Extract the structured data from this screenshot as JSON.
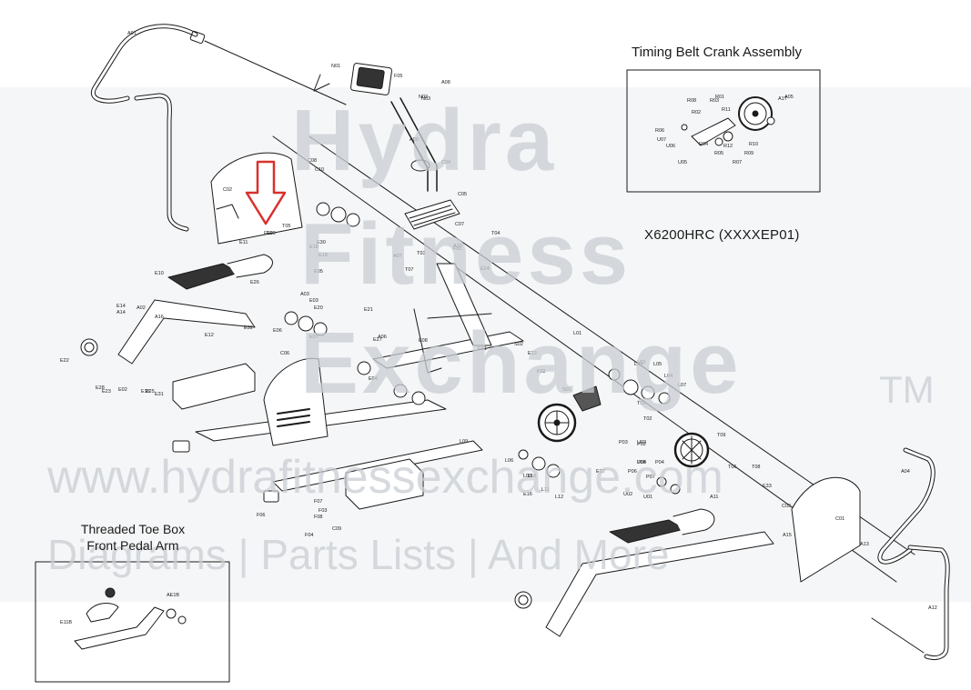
{
  "titles": {
    "timing_belt_crank_assembly": "Timing Belt Crank Assembly",
    "model_number": "X6200HRC (XXXXEP01)",
    "threaded_toe_box_line1": "Threaded Toe Box",
    "threaded_toe_box_line2": "Front Pedal Arm"
  },
  "watermark": {
    "brand_top": "Hydra",
    "brand_mid": "Fitness",
    "brand_bottom": "Exchange",
    "trademark": "TM",
    "url": "www.hydrafitnessexchange.com",
    "tagline": "Diagrams | Parts Lists | And More"
  },
  "part_labels": [
    "A01",
    "A02",
    "A03",
    "A04",
    "A05",
    "A06",
    "A07",
    "A08",
    "A09",
    "A10",
    "A11",
    "A12",
    "A13",
    "A14",
    "A15",
    "A16",
    "A17",
    "C01",
    "C02",
    "C03",
    "C04",
    "C05",
    "C06",
    "C07",
    "C08",
    "C09",
    "C10",
    "E01",
    "E02",
    "E03",
    "E04",
    "E05",
    "E06",
    "E07",
    "E08",
    "E09",
    "E10",
    "E11",
    "E12",
    "E13",
    "E14",
    "E15",
    "E16",
    "E17",
    "E18",
    "E19",
    "E20",
    "E21",
    "E22",
    "E23",
    "E24",
    "E25",
    "E26",
    "E27",
    "E28",
    "E29",
    "E30",
    "E31",
    "E32",
    "E33",
    "F01",
    "F02",
    "F03",
    "F04",
    "F05",
    "F06",
    "F07",
    "F08",
    "L01",
    "L02",
    "L03",
    "L04",
    "L05",
    "L06",
    "L07",
    "L08",
    "L09",
    "L10",
    "L11",
    "L12",
    "N01",
    "N02",
    "N03",
    "P02",
    "P03",
    "P04",
    "P05",
    "P06",
    "P07",
    "R01",
    "R02",
    "R03",
    "R04",
    "R05",
    "R06",
    "R07",
    "R08",
    "R09",
    "R10",
    "R11",
    "R12",
    "S01",
    "S02",
    "T01",
    "T02",
    "T03",
    "T04",
    "T05",
    "T06",
    "T07",
    "T08",
    "T09",
    "U01",
    "U02",
    "U03",
    "U04",
    "U05",
    "U06",
    "U07",
    "AE1B",
    "E11B"
  ],
  "colors": {
    "highlight_arrow": "#d9302c",
    "line": "#1a1a1a",
    "watermark": "#c9ced4"
  },
  "icons": [
    "down-arrow-icon"
  ]
}
